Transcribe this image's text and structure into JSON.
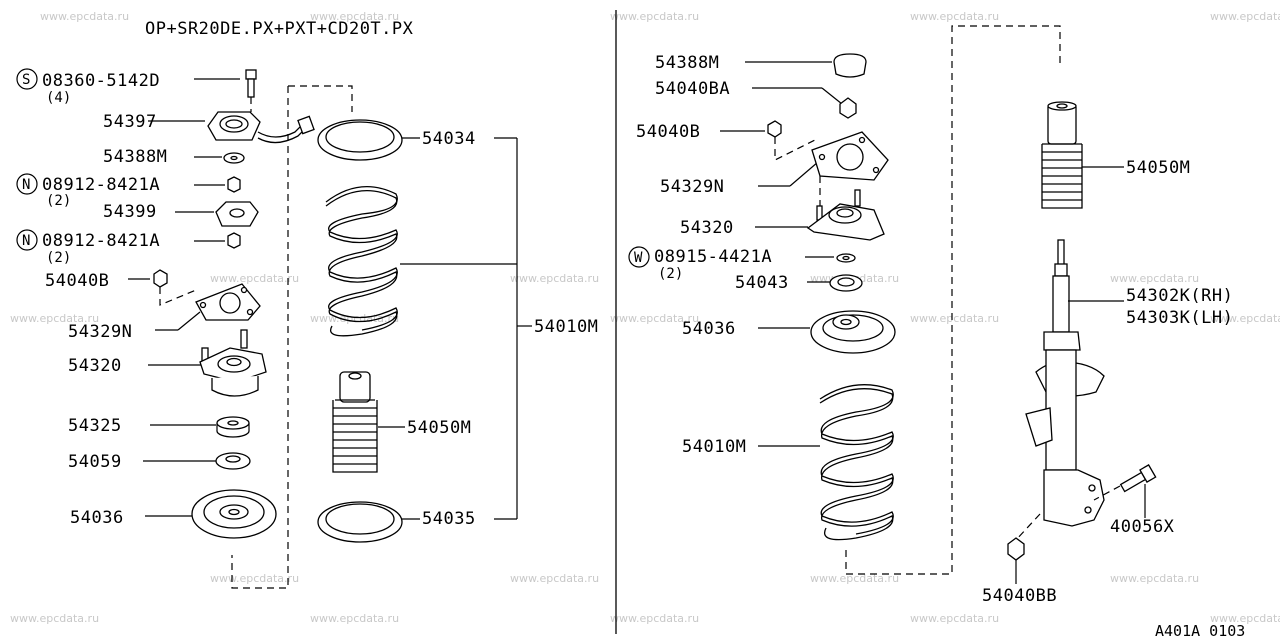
{
  "diagram": {
    "title": "OP+SR20DE.PX+PXT+CD20T.PX",
    "code": "A401A 0103",
    "watermark": "www.epcdata.ru",
    "left_labels": {
      "bolt": "08360-5142D",
      "bolt_qty": "(4)",
      "p54397": "54397",
      "p54388m": "54388M",
      "nut1": "08912-8421A",
      "nut1_qty": "(2)",
      "p54399": "54399",
      "nut2": "08912-8421A",
      "nut2_qty": "(2)",
      "p54040b": "54040B",
      "p54329n": "54329N",
      "p54320": "54320",
      "p54325": "54325",
      "p54059": "54059",
      "p54036": "54036",
      "p54034": "54034",
      "p54010m": "54010M",
      "p54050m": "54050M",
      "p54035": "54035"
    },
    "right_labels": {
      "p54388m": "54388M",
      "p54040ba": "54040BA",
      "p54040b": "54040B",
      "p54329n": "54329N",
      "p54320": "54320",
      "washer": "08915-4421A",
      "washer_qty": "(2)",
      "p54043": "54043",
      "p54036": "54036",
      "p54010m": "54010M",
      "p54050m": "54050M",
      "p54302k": "54302K(RH)",
      "p54303k": "54303K(LH)",
      "p40056x": "40056X",
      "p54040bb": "54040BB"
    },
    "symbols": {
      "s": "S",
      "n": "N",
      "w": "W"
    }
  }
}
